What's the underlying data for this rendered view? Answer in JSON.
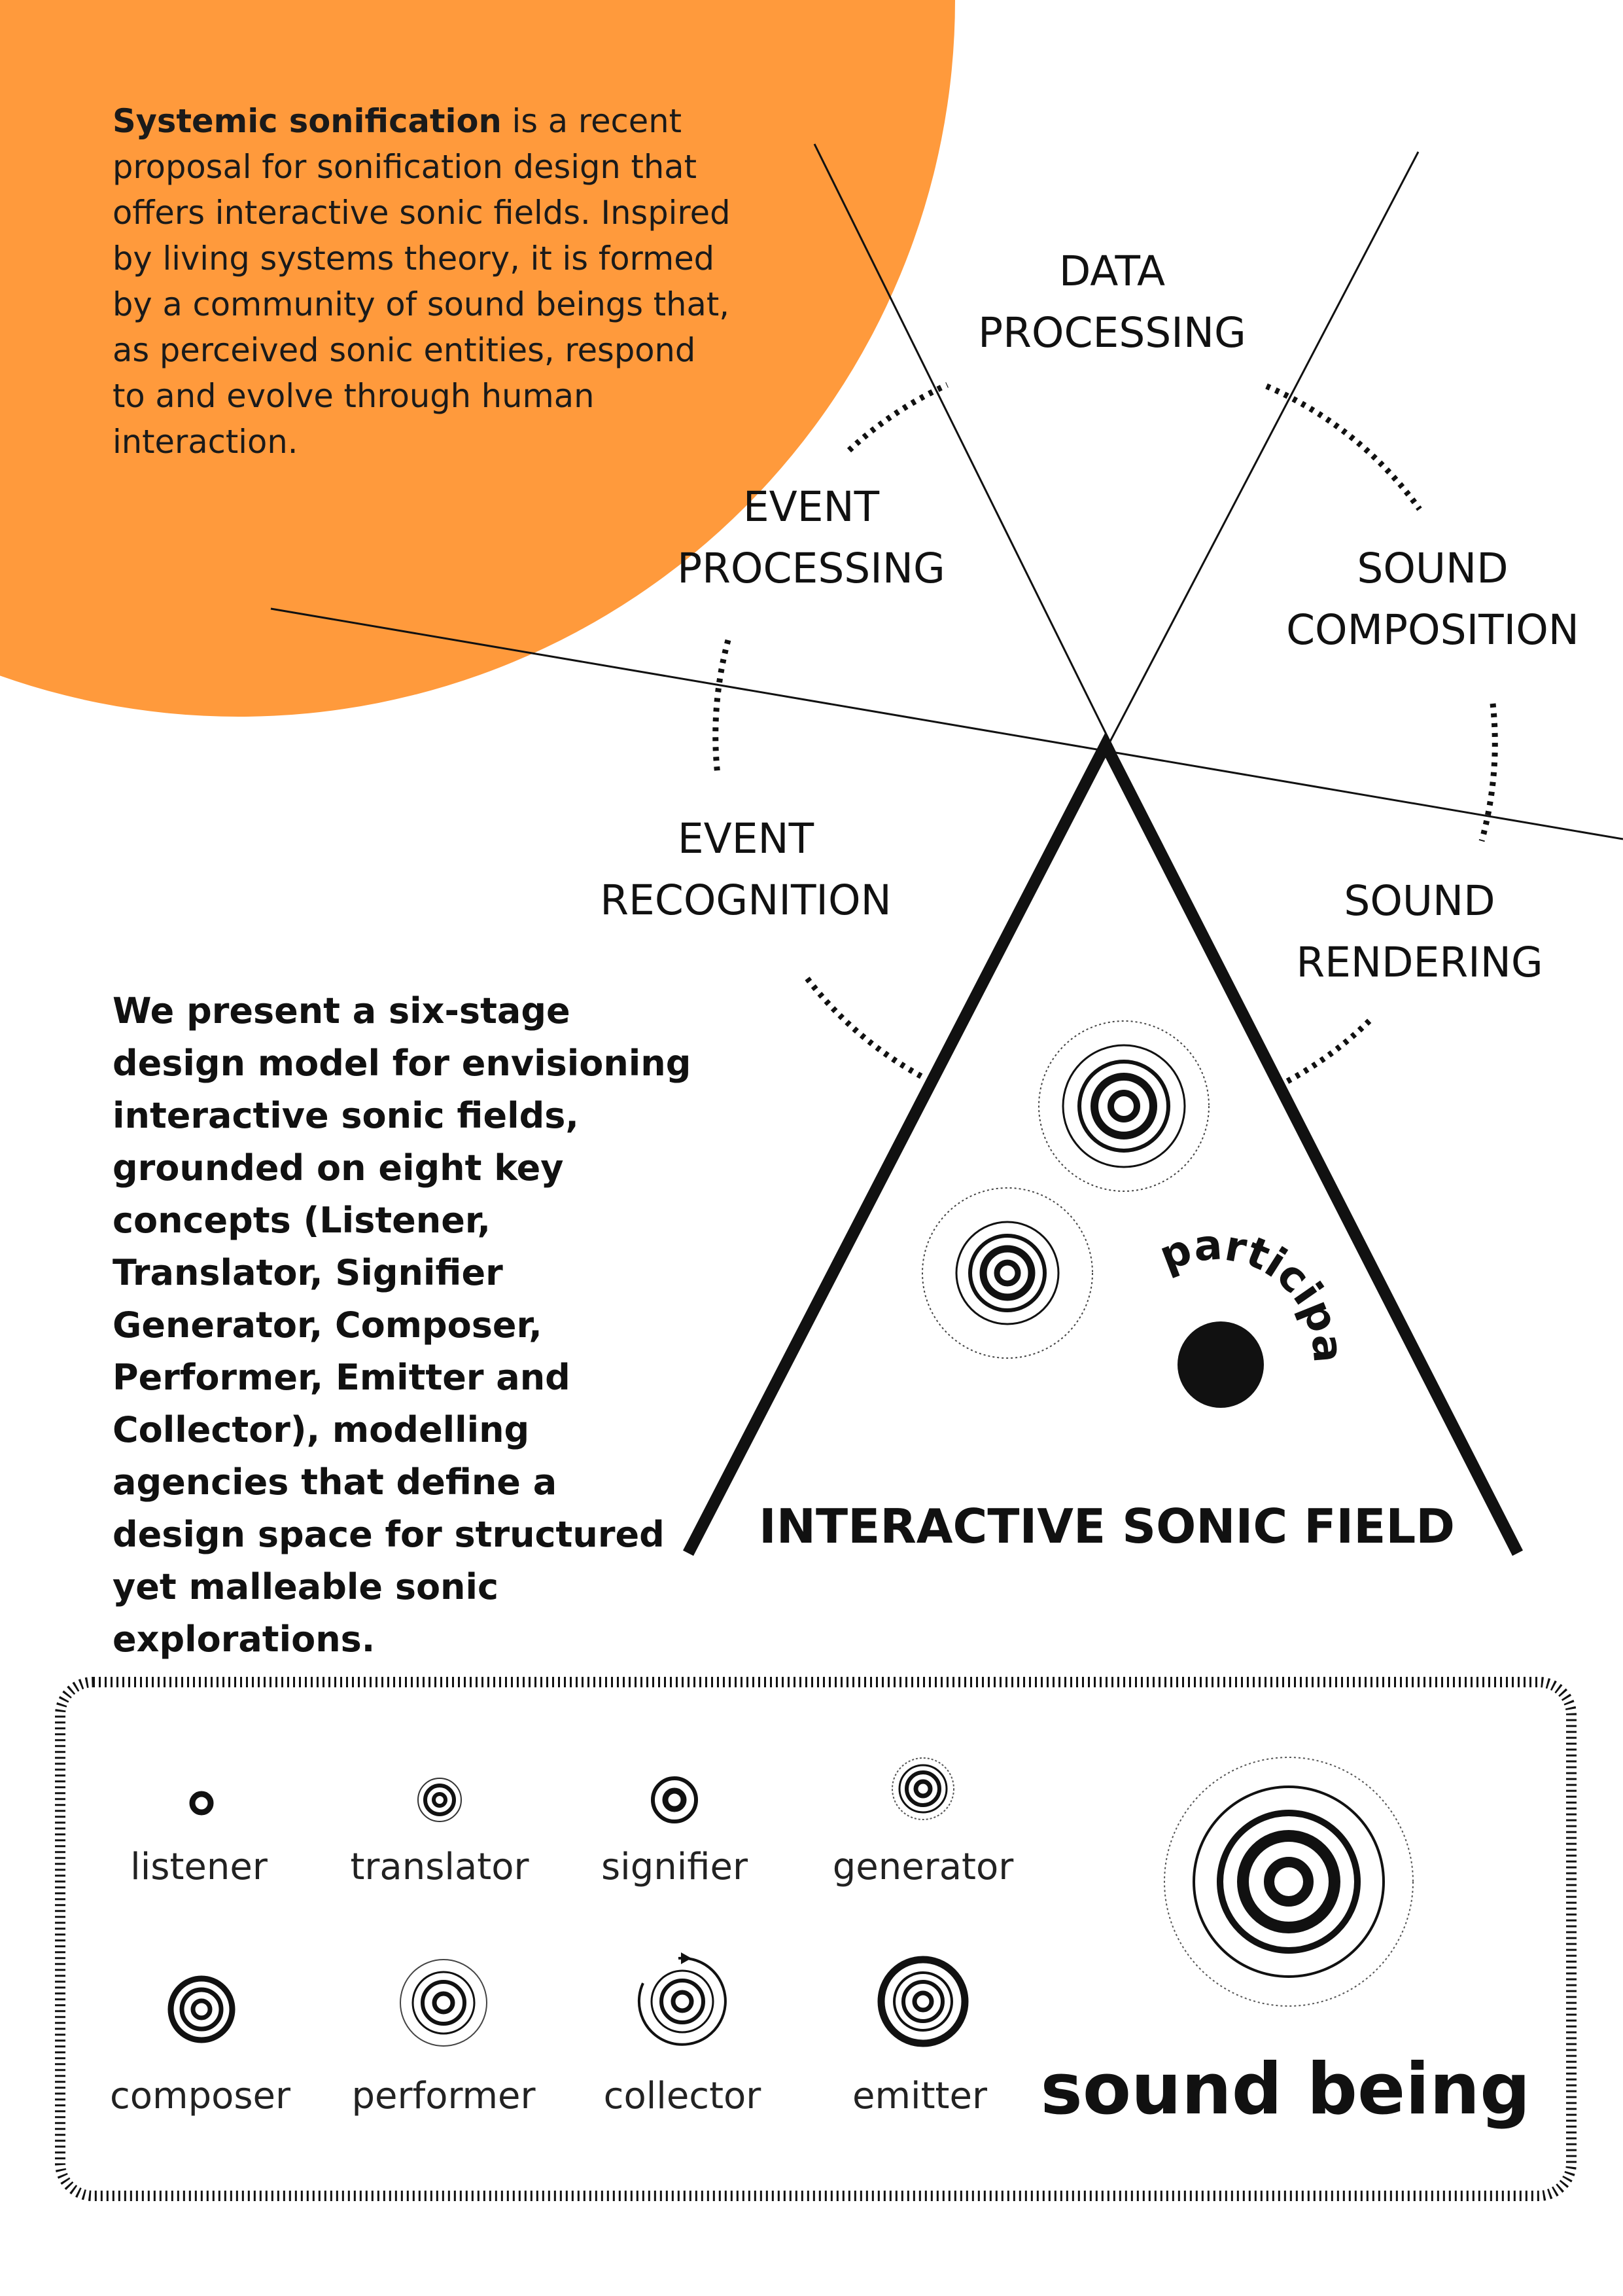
{
  "intro": {
    "bold": "Systemic sonification",
    "text": " is a recent proposal for sonification design that offers interactive sonic fields. Inspired by living systems theory, it is formed by a community of sound beings that, as perceived sonic entities, respond to and evolve through human interaction."
  },
  "present": {
    "text": "We present a six-stage design model for envisioning interactive sonic fields, grounded on eight key concepts (Listener, Translator, Signifier Generator, Composer, Performer, Emitter and Collector), modelling agencies that define a design space for structured yet malleable sonic explorations."
  },
  "stages": {
    "data_processing": [
      "DATA",
      "PROCESSING"
    ],
    "event_processing": [
      "EVENT",
      "PROCESSING"
    ],
    "sound_composition": [
      "SOUND",
      "COMPOSITION"
    ],
    "event_recognition": [
      "EVENT",
      "RECOGNITION"
    ],
    "sound_rendering": [
      "SOUND",
      "RENDERING"
    ]
  },
  "field": {
    "title": "INTERACTIVE SONIC FIELD",
    "participant_label": "participant"
  },
  "legend": {
    "items": [
      "listener",
      "translator",
      "signifier",
      "generator",
      "composer",
      "performer",
      "collector",
      "emitter"
    ],
    "big_label": "sound being"
  },
  "colors": {
    "accent": "#FF9A3C",
    "ink": "#111111"
  }
}
